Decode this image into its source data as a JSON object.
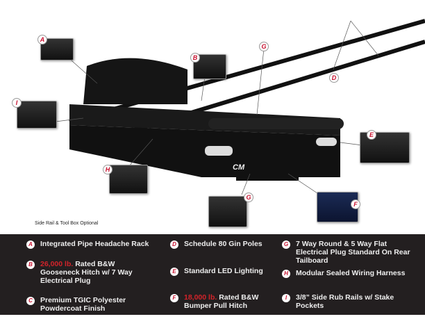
{
  "diagram_tags": [
    "A",
    "B",
    "G",
    "D",
    "I",
    "E",
    "H",
    "G",
    "F"
  ],
  "truck_logo": "CM",
  "note": "Side Rail & Tool Box Optional",
  "features": [
    {
      "badge": "A",
      "text": "Integrated Pipe Headache Rack"
    },
    {
      "badge": "D",
      "text": "Schedule 80 Gin Poles"
    },
    {
      "badge": "G",
      "text": "7 Way Round & 5 Way Flat Electrical Plug Standard On Rear Tailboard"
    },
    {
      "badge": "B",
      "highlight": "26,000 lb.",
      "text": " Rated B&W Gooseneck Hitch w/ 7 Way Electrical Plug"
    },
    {
      "badge": "E",
      "text": "Standard LED Lighting"
    },
    {
      "badge": "H",
      "text": "Modular Sealed Wiring Harness"
    },
    {
      "badge": "C",
      "text": "Premium TGIC Polyester Powdercoat Finish"
    },
    {
      "badge": "F",
      "highlight": "18,000 lb.",
      "text": " Rated B&W Bumper Pull Hitch"
    },
    {
      "badge": "I",
      "text": "3/8” Side Rub Rails w/ Stake Pockets"
    }
  ],
  "colors": {
    "accent": "#d2232a",
    "legend_bg": "#231f20"
  }
}
